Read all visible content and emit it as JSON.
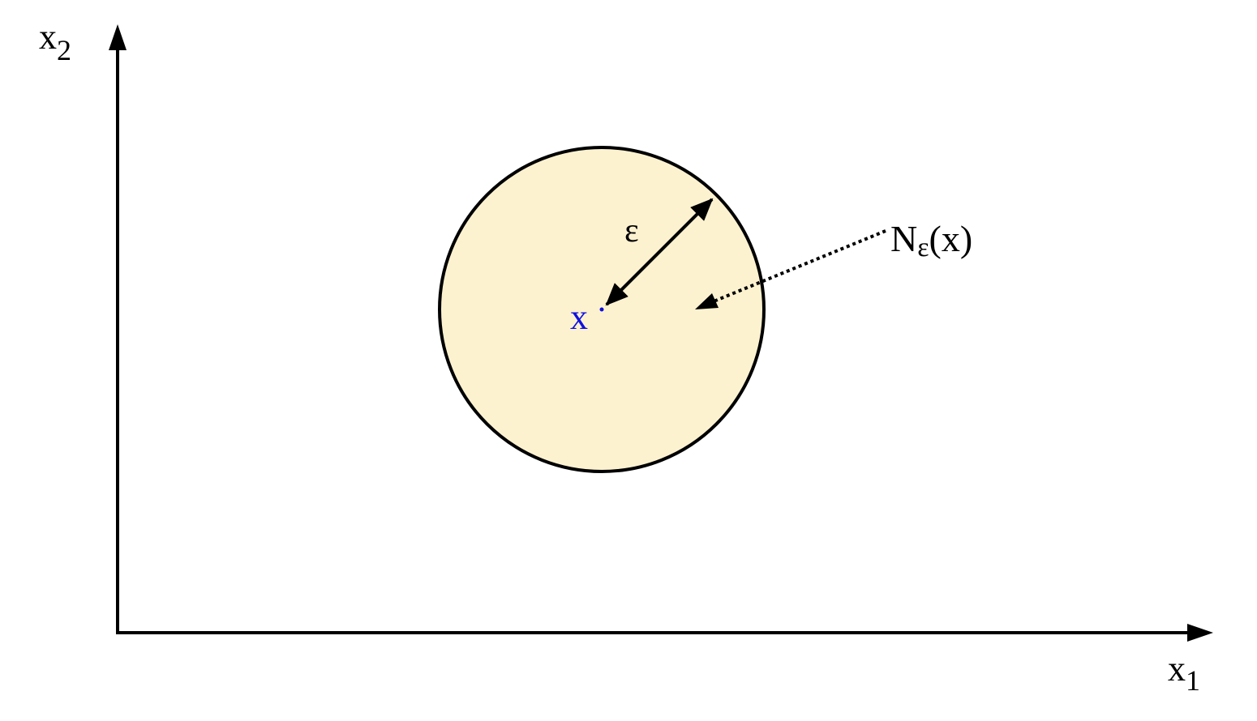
{
  "diagram": {
    "axes": {
      "x_label_main": "x",
      "x_label_sub": "1",
      "y_label_main": "x",
      "y_label_sub": "2"
    },
    "center_label": "x",
    "radius_label": "ε",
    "neighborhood_label_main": "N",
    "neighborhood_label_sub": "ε",
    "neighborhood_label_arg": "(x)",
    "colors": {
      "axis": "#000000",
      "circle_fill": "#fdf2d0",
      "circle_stroke": "#000000",
      "center_point": "#1010e0",
      "center_label": "#1010e0",
      "text": "#000000"
    }
  }
}
